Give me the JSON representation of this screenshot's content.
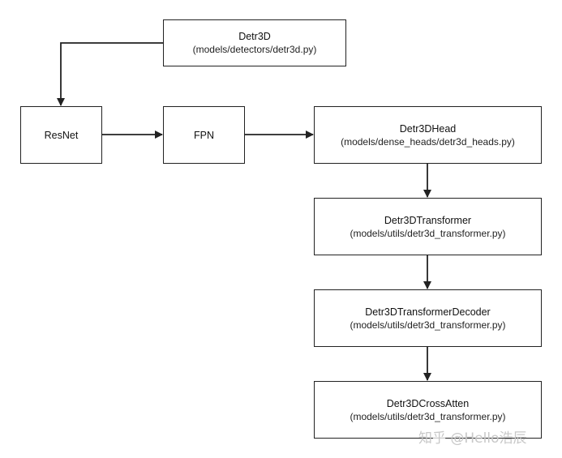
{
  "nodes": {
    "detr3d": {
      "title": "Detr3D",
      "path": "(models/detectors/detr3d.py)"
    },
    "resnet": {
      "title": "ResNet"
    },
    "fpn": {
      "title": "FPN"
    },
    "head": {
      "title": "Detr3DHead",
      "path": "(models/dense_heads/detr3d_heads.py)"
    },
    "transformer": {
      "title": "Detr3DTransformer",
      "path": "(models/utils/detr3d_transformer.py)"
    },
    "decoder": {
      "title": "Detr3DTransformerDecoder",
      "path": "(models/utils/detr3d_transformer.py)"
    },
    "crossatten": {
      "title": "Detr3DCrossAtten",
      "path": "(models/utils/detr3d_transformer.py)"
    }
  },
  "edges": [
    {
      "from": "Detr3D",
      "to": "ResNet"
    },
    {
      "from": "ResNet",
      "to": "FPN"
    },
    {
      "from": "FPN",
      "to": "Detr3DHead"
    },
    {
      "from": "Detr3DHead",
      "to": "Detr3DTransformer"
    },
    {
      "from": "Detr3DTransformer",
      "to": "Detr3DTransformerDecoder"
    },
    {
      "from": "Detr3DTransformerDecoder",
      "to": "Detr3DCrossAtten"
    }
  ],
  "watermark": "知乎 @Hello浩辰",
  "colors": {
    "stroke": "#222222",
    "background": "#ffffff",
    "watermark": "#c8c8c8"
  }
}
